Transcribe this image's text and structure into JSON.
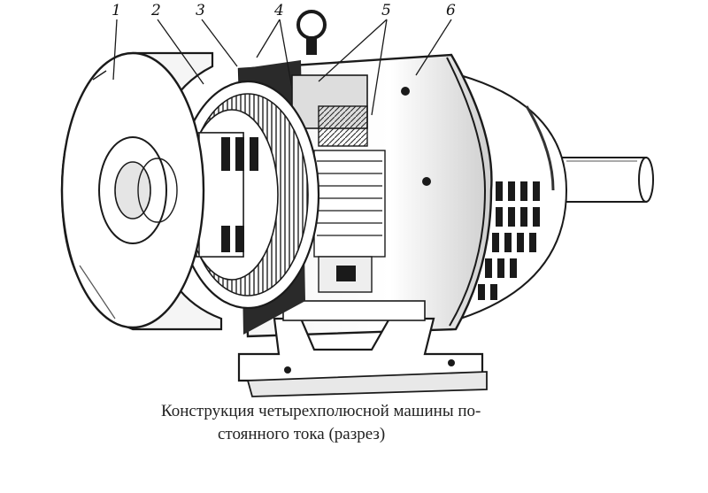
{
  "figure": {
    "callouts": [
      "1",
      "2",
      "3",
      "4",
      "5",
      "6"
    ],
    "caption_line1": "Конструкция четырехполюсной машины по-",
    "caption_line2": "стоянного тока (разрез)"
  },
  "colors": {
    "ink": "#1a1a1a",
    "paper": "#ffffff",
    "shade": "#6b6b6b"
  }
}
